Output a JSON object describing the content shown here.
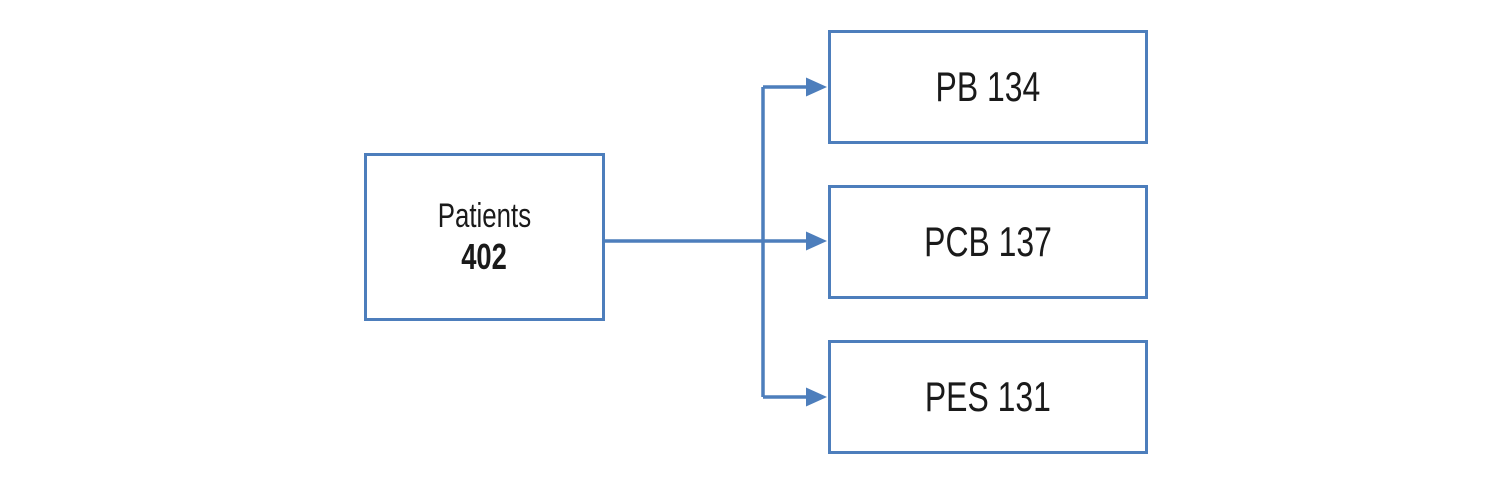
{
  "nodes": {
    "root": {
      "label": "Patients",
      "count": "402"
    },
    "branches": [
      {
        "label": "PB 134"
      },
      {
        "label": "PCB 137"
      },
      {
        "label": "PES 131"
      }
    ]
  },
  "colors": {
    "accent": "#4d7ebc",
    "text": "#1a1a1a",
    "background": "#ffffff"
  }
}
